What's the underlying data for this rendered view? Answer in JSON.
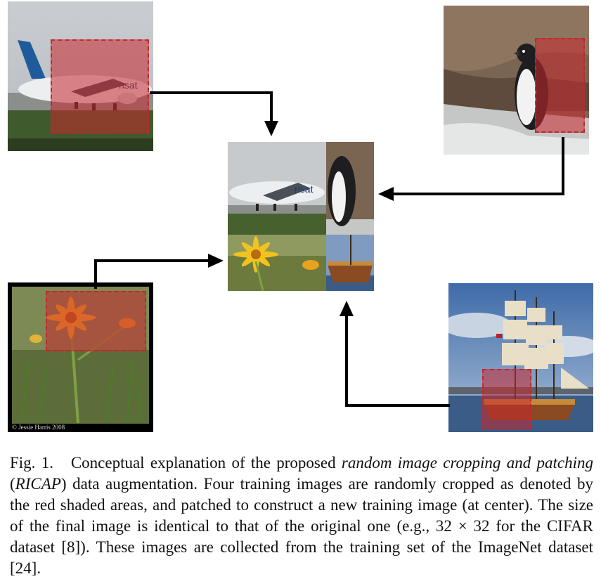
{
  "figure": {
    "images": {
      "airplane": {
        "label": "airplane-image",
        "livery_text": "nsat"
      },
      "penguin": {
        "label": "penguin-image"
      },
      "flower": {
        "label": "flower-image",
        "credit": "© Jessie Harris 2008"
      },
      "ship": {
        "label": "ship-image"
      }
    },
    "patched_image": {
      "label": "patched-result-image",
      "livery_text": "nsat"
    },
    "colors": {
      "crop_fill": "#c8282d",
      "arrow": "#000000"
    }
  },
  "caption": {
    "prefix": "Fig. 1.",
    "text_1": "Conceptual explanation of the proposed ",
    "italic_1": "random image cropping and patching",
    "text_2": " (",
    "italic_2": "RICAP",
    "text_3": ") data augmentation. Four training images are randomly cropped as denoted by the red shaded areas, and patched to construct a new training image (at center). The size of the final image is identical to that of the original one (e.g., 32 × 32 for the CIFAR dataset [8]). These images are collected from the training set of the ImageNet dataset [24]."
  }
}
